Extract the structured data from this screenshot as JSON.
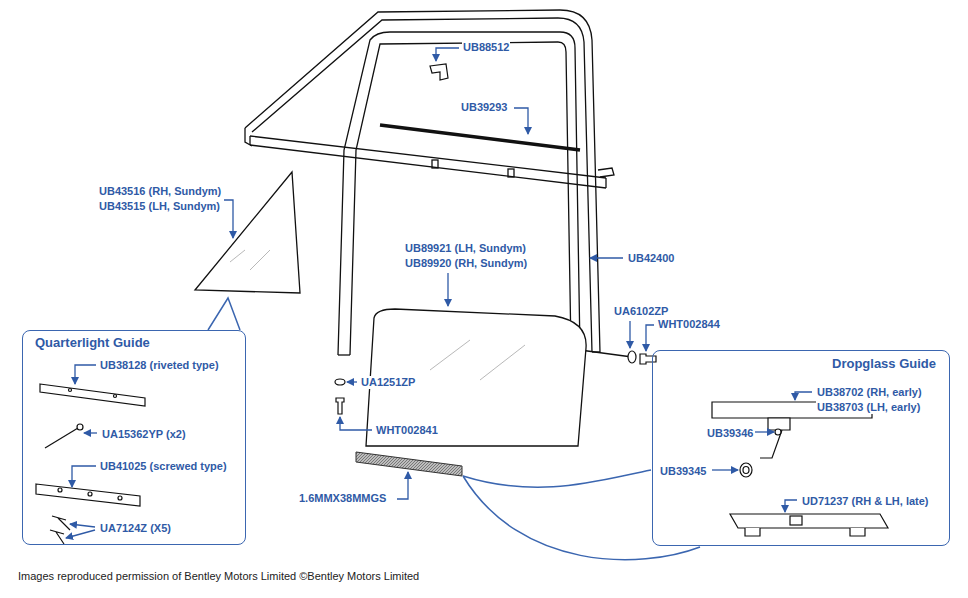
{
  "diagram": {
    "caption": "Images reproduced permission of Bentley Motors Limited ©Bentley Motors Limited",
    "nodes": [
      {
        "text": [
          "Quarterlight Guide",
          "UB38128 (riveted type)",
          "UA15362YP (x2)",
          "UB41025 (screwed type)",
          "UA7124Z (X5)"
        ]
      },
      {
        "text": [
          "Dropglass Guide",
          "UB38702 (RH, early)",
          "UB38703 (LH, early)",
          "UB39346",
          "UB39345",
          "UD71237 (RH & LH, late)"
        ]
      }
    ],
    "labels": [
      "UB88512",
      "UB39293",
      "UB43516 (RH, Sundym)",
      "UB43515 (LH, Sundym)",
      "UB89921 (LH, Sundym)",
      "UB89920 (RH, Sundym)",
      "UB42400",
      "UA6102ZP",
      "WHT002844",
      "UA1251ZP",
      "WHT002841",
      "1.6MMX38MMGS"
    ]
  }
}
